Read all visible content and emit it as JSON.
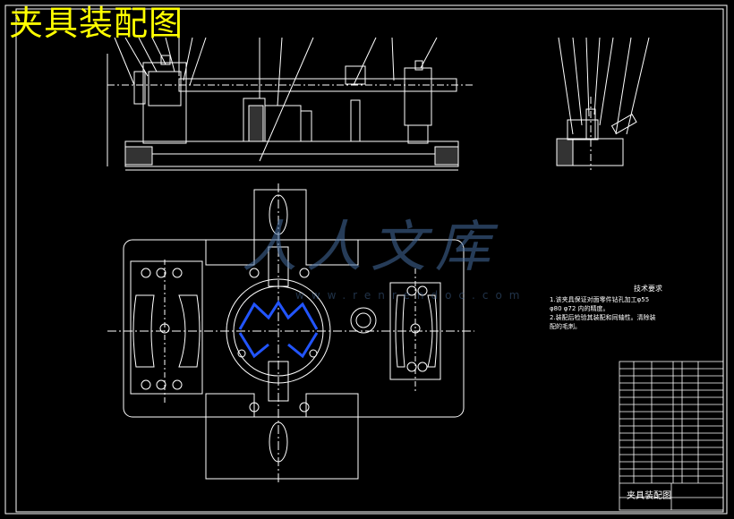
{
  "title": "夹具装配图",
  "technical_requirements": {
    "heading": "技术要求",
    "items": [
      "1.该夹具保证对面零件钻孔加工φ55",
      "φ80 φ72 内的精度。",
      "2.装配后检验其装配和同轴性。清除装",
      "配的毛刺。"
    ]
  },
  "title_block": {
    "drawing_name": "夹具装配图"
  },
  "watermark": {
    "text": "人人文库",
    "url": "www.renrendoc.com"
  },
  "colors": {
    "background": "#000000",
    "line": "#ffffff",
    "title": "#ffff00",
    "clamp_highlight": "#2255ff",
    "centerline": "#ffffff"
  }
}
